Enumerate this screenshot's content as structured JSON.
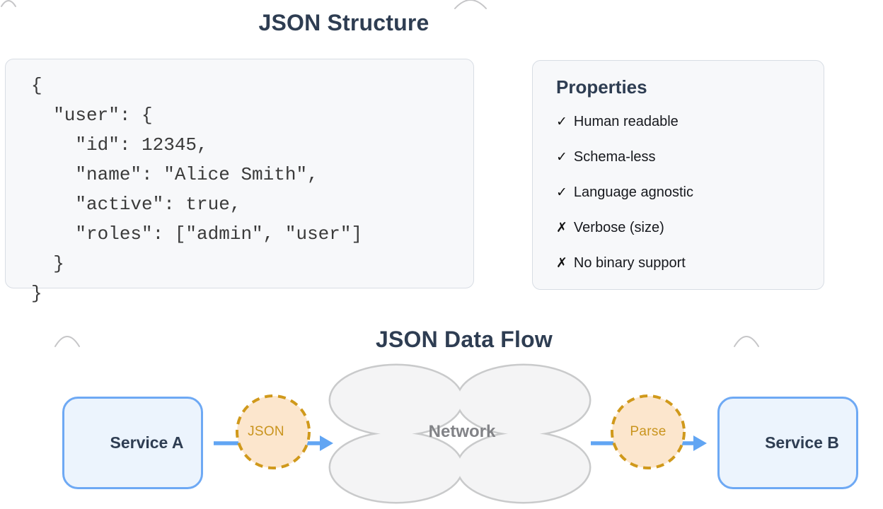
{
  "structure_section": {
    "title": "JSON Structure",
    "code_block": {
      "lines": [
        "{",
        "  \"user\": {",
        "    \"id\": 12345,",
        "    \"name\": \"Alice Smith\",",
        "    \"active\": true,",
        "    \"roles\": [\"admin\", \"user\"]",
        "  }",
        "}"
      ]
    },
    "properties_panel": {
      "title": "Properties",
      "items": [
        {
          "mark": "✓",
          "type": "pro",
          "label": "Human readable"
        },
        {
          "mark": "✓",
          "type": "pro",
          "label": "Schema-less"
        },
        {
          "mark": "✓",
          "type": "pro",
          "label": "Language agnostic"
        },
        {
          "mark": "✗",
          "type": "con",
          "label": "Verbose (size)"
        },
        {
          "mark": "✗",
          "type": "con",
          "label": "No binary support"
        }
      ]
    }
  },
  "flow_section": {
    "title": "JSON Data Flow",
    "service_a_label": "Service A",
    "payload_label": "JSON",
    "network_label": "Network",
    "parse_label": "Parse",
    "service_b_label": "Service B"
  },
  "colors": {
    "heading_text": "#2e3d52",
    "panel_background": "#f7f8fa",
    "panel_border": "#d8dde4",
    "code_text": "#3a3a3a",
    "list_text": "#16181d",
    "service_fill": "#ecf4fd",
    "service_border": "#6ea9f4",
    "arrow_blue": "#61a5f3",
    "cloud_fill": "#f4f4f5",
    "cloud_border": "#c9cacb",
    "network_text": "#828387",
    "bubble_fill": "#fce6cd",
    "bubble_border": "#d0991b",
    "bubble_text": "#c9941d",
    "decorative_arc": "#c6c6c8"
  }
}
